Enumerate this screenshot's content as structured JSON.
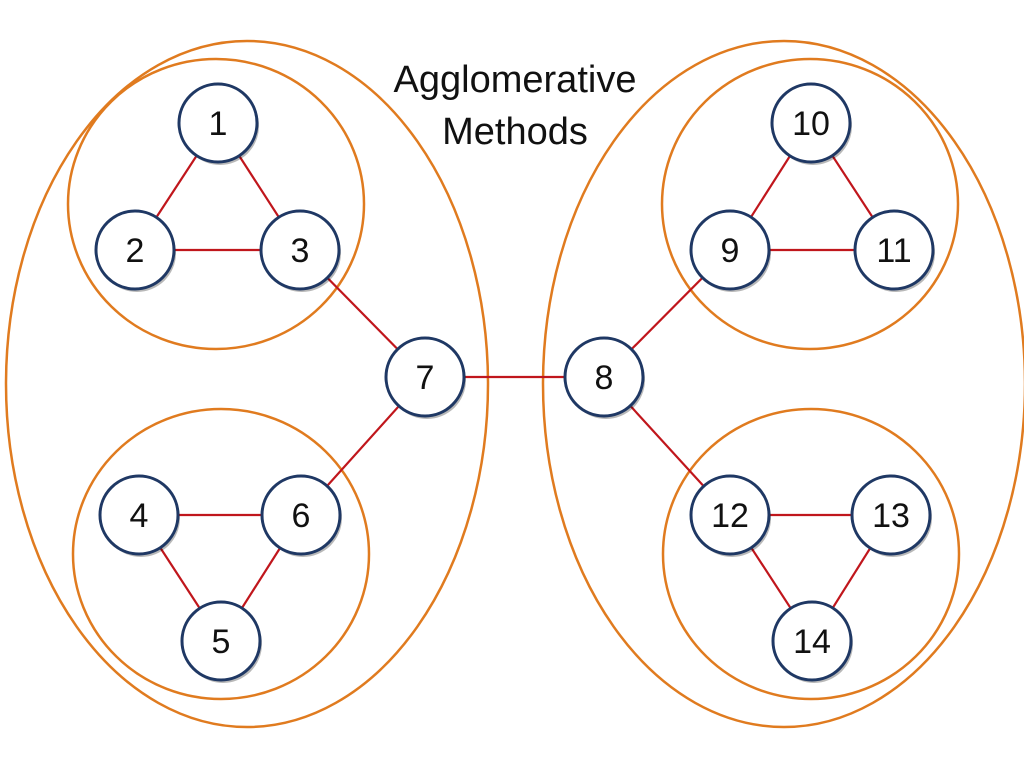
{
  "title": {
    "line1": "Agglomerative",
    "line2": "Methods"
  },
  "colors": {
    "cluster_outline": "#E07B1F",
    "edge": "#C0161C",
    "node_fill": "#FFFFFF",
    "node_stroke": "#1F3864",
    "text": "#111111"
  },
  "nodes": [
    {
      "id": "1",
      "label": "1"
    },
    {
      "id": "2",
      "label": "2"
    },
    {
      "id": "3",
      "label": "3"
    },
    {
      "id": "4",
      "label": "4"
    },
    {
      "id": "5",
      "label": "5"
    },
    {
      "id": "6",
      "label": "6"
    },
    {
      "id": "7",
      "label": "7"
    },
    {
      "id": "8",
      "label": "8"
    },
    {
      "id": "9",
      "label": "9"
    },
    {
      "id": "10",
      "label": "10"
    },
    {
      "id": "11",
      "label": "11"
    },
    {
      "id": "12",
      "label": "12"
    },
    {
      "id": "13",
      "label": "13"
    },
    {
      "id": "14",
      "label": "14"
    }
  ],
  "edges": [
    [
      "1",
      "2"
    ],
    [
      "1",
      "3"
    ],
    [
      "2",
      "3"
    ],
    [
      "3",
      "7"
    ],
    [
      "4",
      "6"
    ],
    [
      "4",
      "5"
    ],
    [
      "5",
      "6"
    ],
    [
      "6",
      "7"
    ],
    [
      "7",
      "8"
    ],
    [
      "8",
      "9"
    ],
    [
      "8",
      "12"
    ],
    [
      "9",
      "10"
    ],
    [
      "10",
      "11"
    ],
    [
      "9",
      "11"
    ],
    [
      "12",
      "13"
    ],
    [
      "12",
      "14"
    ],
    [
      "13",
      "14"
    ]
  ],
  "clusters": [
    {
      "id": "cluster-1-2-3",
      "members": [
        "1",
        "2",
        "3"
      ]
    },
    {
      "id": "cluster-4-5-6",
      "members": [
        "4",
        "5",
        "6"
      ]
    },
    {
      "id": "cluster-9-10-11",
      "members": [
        "9",
        "10",
        "11"
      ]
    },
    {
      "id": "cluster-12-13-14",
      "members": [
        "12",
        "13",
        "14"
      ]
    },
    {
      "id": "cluster-left-large",
      "members": [
        "1",
        "2",
        "3",
        "4",
        "5",
        "6",
        "7"
      ]
    },
    {
      "id": "cluster-right-large",
      "members": [
        "8",
        "9",
        "10",
        "11",
        "12",
        "13",
        "14"
      ]
    }
  ]
}
